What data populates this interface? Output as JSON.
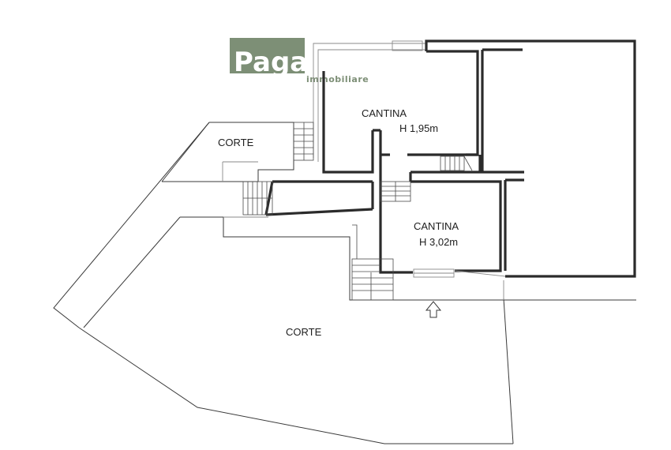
{
  "logo": {
    "brand": "Paganini",
    "tagline": "immobiliare",
    "color": "#7d8f76"
  },
  "rooms": [
    {
      "name": "CANTINA",
      "height": "H 1,95m"
    },
    {
      "name": "CANTINA",
      "height": "H 3,02m"
    }
  ],
  "yards": [
    {
      "name": "CORTE"
    },
    {
      "name": "CORTE"
    }
  ],
  "icons": {
    "entrance": "entrance-arrow-icon"
  }
}
